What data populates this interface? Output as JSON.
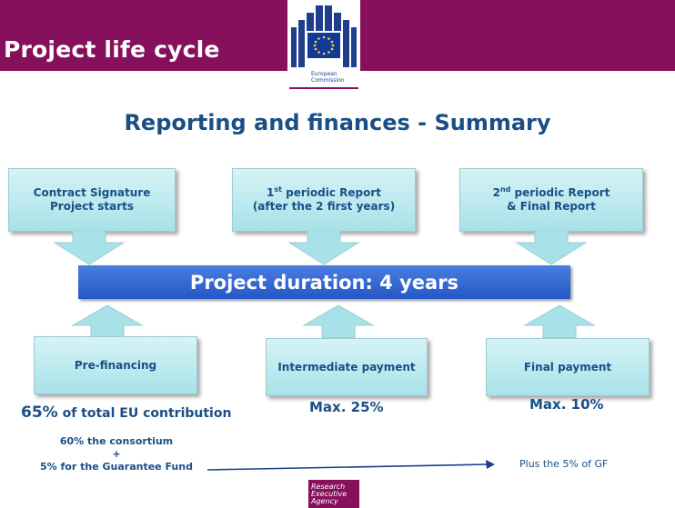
{
  "header": {
    "title": "Project life cycle",
    "color": "#86105b"
  },
  "logo": {
    "line1": "European",
    "line2": "Commission"
  },
  "heading": "Reporting and finances - Summary",
  "top_boxes": [
    {
      "line1": "Contract Signature",
      "line2": "Project starts"
    },
    {
      "line1_num": "1",
      "line1_sup": "st",
      "line1_rest": " periodic Report",
      "line2": "(after the 2 first years)"
    },
    {
      "line1_num": "2",
      "line1_sup": "nd",
      "line1_rest": " periodic Report",
      "line2": "& Final Report"
    }
  ],
  "duration": "Project duration: 4 years",
  "bottom_boxes": [
    {
      "label": "Pre-financing"
    },
    {
      "label": "Intermediate payment"
    },
    {
      "label": "Final payment"
    }
  ],
  "amounts": {
    "prefinancing_pct": "65%",
    "prefinancing_rest": " of total EU contribution",
    "intermediate": "Max. 25%",
    "final": "Max. 10%"
  },
  "breakdown": {
    "line1": "60% the consortium",
    "line2": "+",
    "line3": "5% for the Guarantee Fund",
    "plus_gf": "Plus the 5% of GF"
  },
  "agency": {
    "line1": "Research",
    "line2": "Executive",
    "line3": "Agency"
  },
  "colors": {
    "box_fill": "#a7e2e8",
    "bar": "#2f63cf",
    "text": "#1a4f86"
  }
}
